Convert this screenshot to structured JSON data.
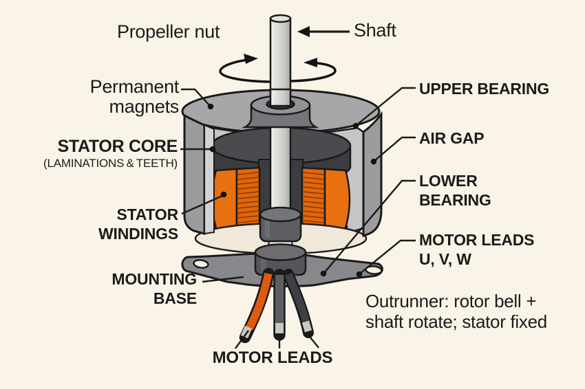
{
  "scene": {
    "background_color": "#faf4e8",
    "ink_color": "#1b1b1b",
    "winding_orange": "#e8700f",
    "wire_orange": "#e05a0e",
    "bell_gray": "#9c9c9e",
    "stator_dark": "#4a4a4f"
  },
  "labels": {
    "propeller_nut": "Propeller nut",
    "shaft": "Shaft",
    "permanent_magnets": {
      "line1": "Permanent",
      "line2": "magnets"
    },
    "stator_core": {
      "title": "STATOR CORE",
      "subtitle": "(LAMINATIONS & TEETH)"
    },
    "stator_windings": {
      "line1": "STATOR",
      "line2": "WINDINGS"
    },
    "mounting_base": {
      "line1": "MOUNTING",
      "line2": "BASE"
    },
    "upper_bearing": "UPPER BEARING",
    "air_gap": "AIR GAP",
    "lower_bearing": {
      "line1": "LOWER",
      "line2": "BEARING"
    },
    "motor_leads_uvw": {
      "line1": "MOTOR LEADS",
      "line2": "U, V, W"
    },
    "motor_leads_bottom": "MOTOR LEADS",
    "note": {
      "line1": "Outrunner: rotor bell +",
      "line2": "shaft rotate; stator fixed"
    }
  }
}
